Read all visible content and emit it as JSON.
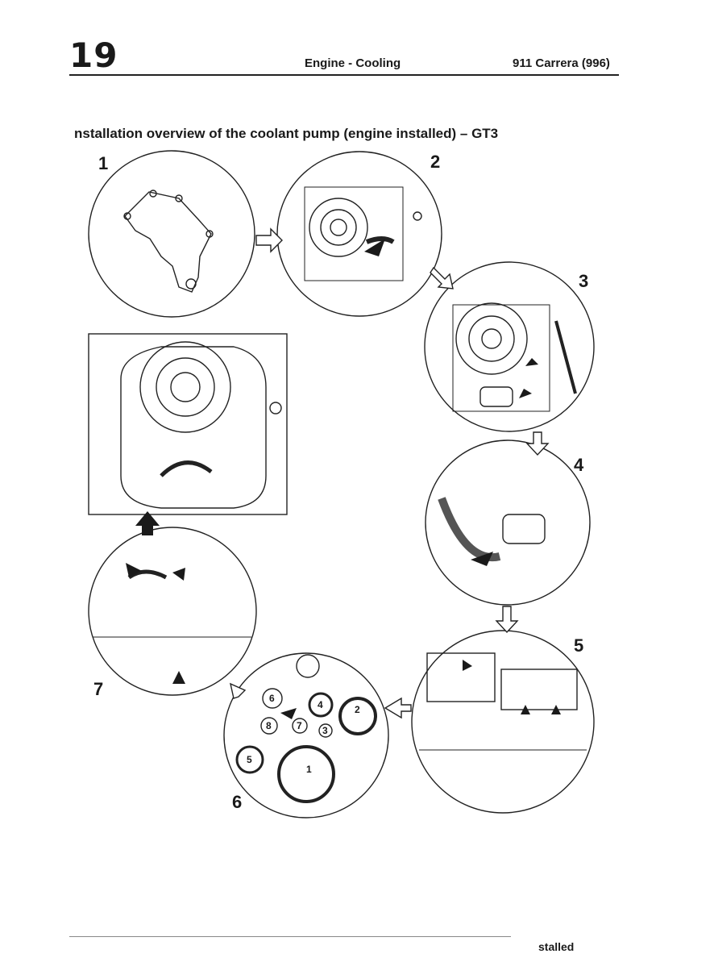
{
  "header": {
    "chapter": "19",
    "section": "Engine - Cooling",
    "model": "911 Carrera (996)"
  },
  "heading": "nstallation overview of the coolant pump (engine installed) – GT3",
  "steps": [
    "1",
    "2",
    "3",
    "4",
    "5",
    "6",
    "7"
  ],
  "belt_callouts": [
    "1",
    "2",
    "3",
    "4",
    "5",
    "6",
    "7",
    "8"
  ],
  "footer": "stalled"
}
